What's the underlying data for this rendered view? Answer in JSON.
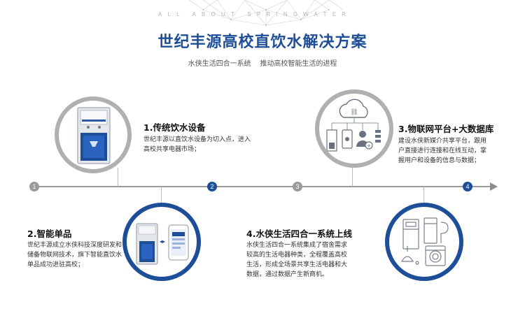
{
  "header": {
    "tagline": "ALL ABOUT SPRINGWATER",
    "title": "世纪丰源高校直饮水解决方案",
    "subtitle_part1": "水侠生活四合一系统",
    "subtitle_part2": "推动高校智能生活的进程"
  },
  "steps": [
    {
      "number": "1",
      "heading": "1.传统饮水设备",
      "text": "世纪丰源以直饮水设备为切入点，进入高校共享电器市场；"
    },
    {
      "number": "2",
      "heading": "2.智能单品",
      "text": "世纪丰源成立水侠科技深度研发和储备物联网技术，旗下智能直饮水单品成功进驻高校；"
    },
    {
      "number": "3",
      "heading": "3.物联网平台+大数据库",
      "text": "建设水侠新媒介共享平台，跟用户直接进行连接和在线互动，掌握用户和设备的信息与数据；"
    },
    {
      "number": "4",
      "heading": "4.水侠生活四合一系统上线",
      "text": "水侠生活四合一系统集成了宿舍需求较高的生活电器种类，全程覆盖高校生活，形成全场景共享生活电器和大数据，通过数据产生新商机。"
    }
  ],
  "colors": {
    "brand_blue": "#1f4e98",
    "gray": "#9a9a9a"
  }
}
